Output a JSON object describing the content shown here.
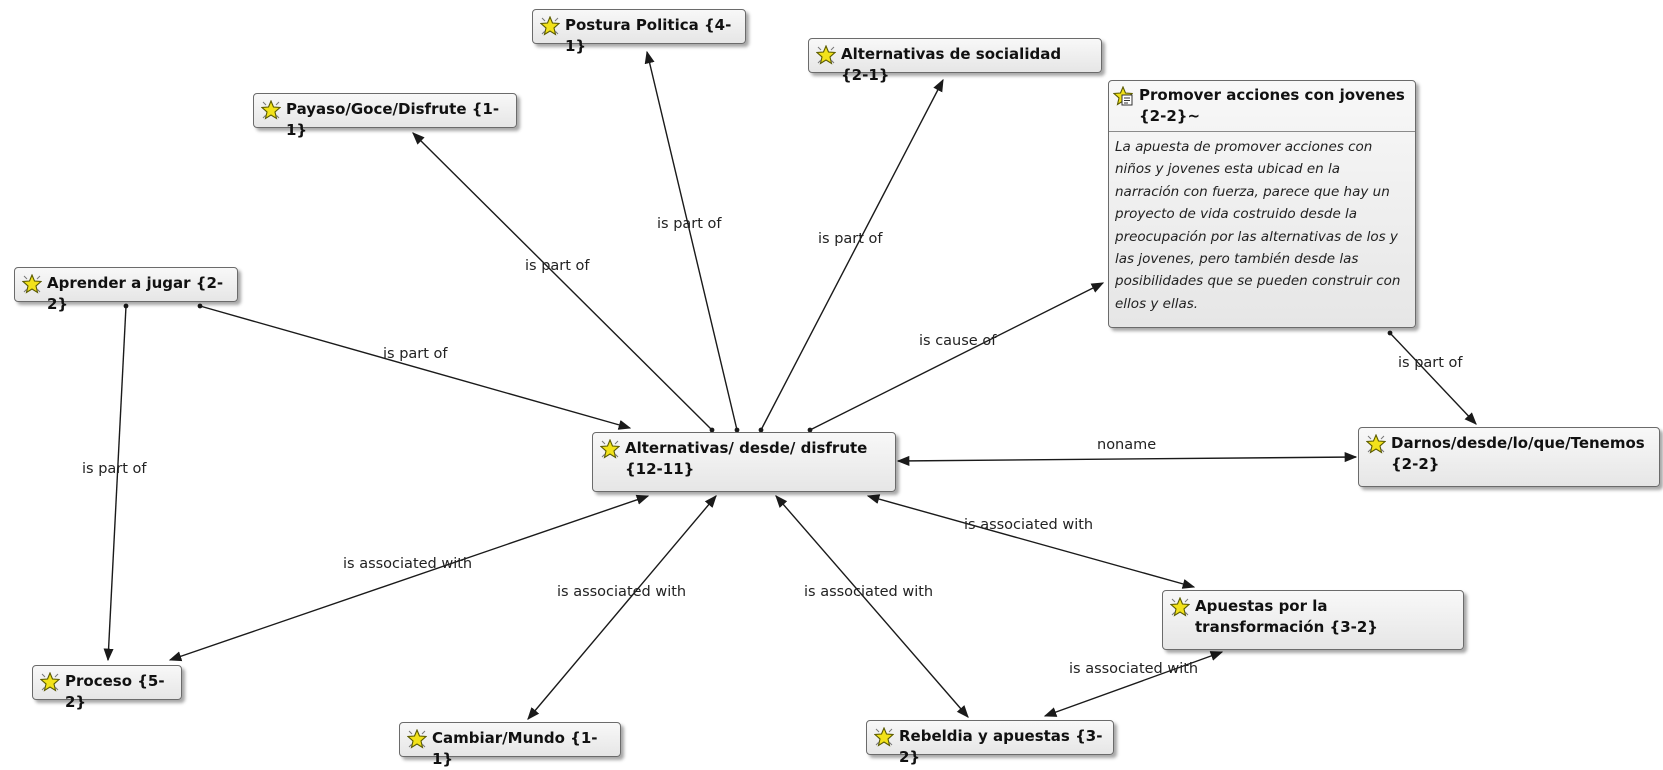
{
  "nodes": {
    "central": "Alternativas/ desde/ disfrute {12-11}",
    "postura": "Postura Politica {4-1}",
    "socialidad": "Alternativas de socialidad {2-1}",
    "payaso": "Payaso/Goce/Disfrute {1-1}",
    "promover_title": "Promover acciones con jovenes {2-2}~",
    "promover_memo": "La apuesta de promover acciones con niños y jovenes esta ubicad en la narración con fuerza, parece que hay un proyecto de vida costruido desde la preocupación por las alternativas de los y las jovenes, pero también desde las posibilidades que se pueden construir con ellos y ellas.",
    "aprender": "Aprender a jugar {2-2}",
    "darnos": "Darnos/desde/lo/que/Tenemos {2-2}",
    "apuestas": "Apuestas por la transformación {3-2}",
    "proceso": "Proceso {5-2}",
    "cambiar": "Cambiar/Mundo {1-1}",
    "rebeldia": "Rebeldia y apuestas {3-2}"
  },
  "edge_labels": {
    "postura": "is part of",
    "socialidad": "is part of",
    "payaso": "is part of",
    "promover": "is cause of",
    "aprender_central": "is part of",
    "aprender_proceso": "is part of",
    "promover_darnos": "is part of",
    "darnos": "noname",
    "apuestas": "is associated with",
    "proceso": "is associated with",
    "cambiar": "is associated with",
    "rebeldia": "is associated with",
    "rebeldia_apuestas": "is associated with"
  },
  "icons": {
    "code": "code-star-icon",
    "memo": "memo-code-icon"
  },
  "colors": {
    "icon_fill": "#f2e21a",
    "node_border": "#6b6b6b",
    "edge": "#1a1a1a"
  }
}
